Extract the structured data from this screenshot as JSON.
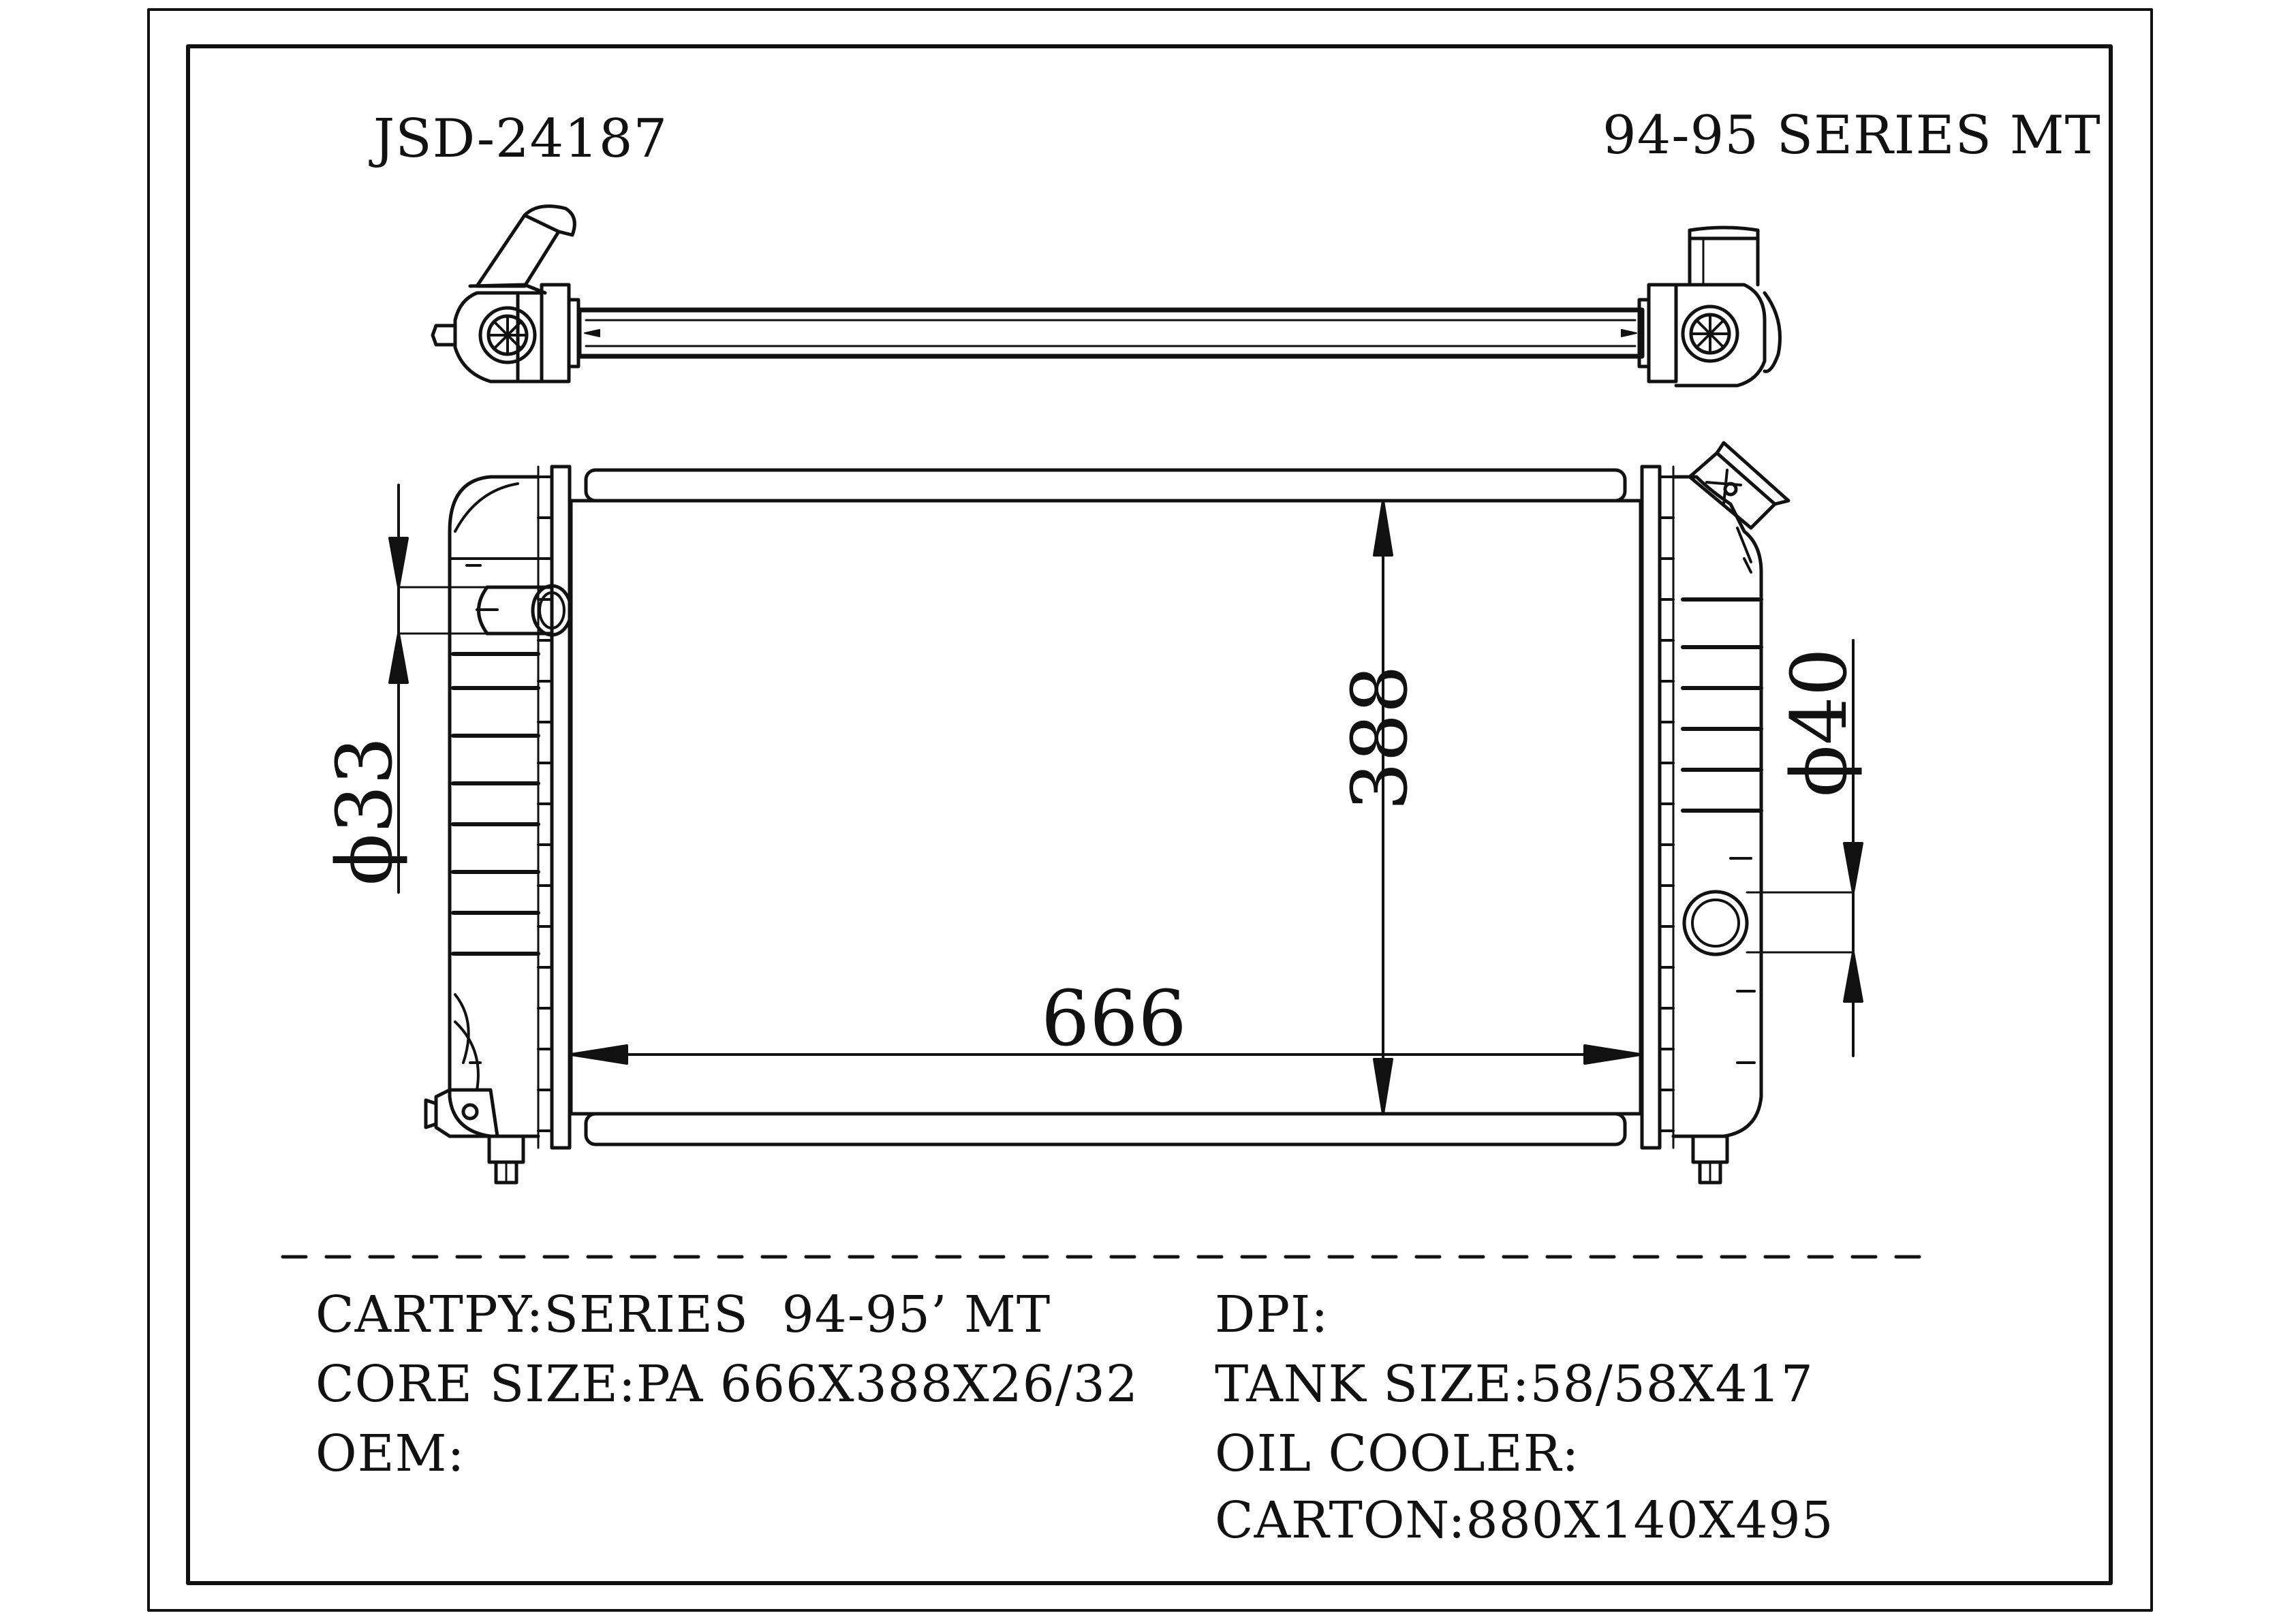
{
  "header": {
    "part_number": "JSD-24187",
    "series": "94-95 SERIES MT"
  },
  "dimensions": {
    "width": "666",
    "height": "388",
    "inlet_diameter": "ϕ33",
    "outlet_diameter": "ϕ40"
  },
  "specs": {
    "left": [
      "CARTPY:SERIES  94-95’ MT",
      "CORE SIZE:PA 666X388X26/32",
      "OEM:"
    ],
    "right": [
      "DPI:",
      "TANK SIZE:58/58X417",
      "OIL COOLER:",
      "CARTON:880X140X495"
    ]
  },
  "colors": {
    "line": "#111111",
    "background": "#ffffff"
  }
}
